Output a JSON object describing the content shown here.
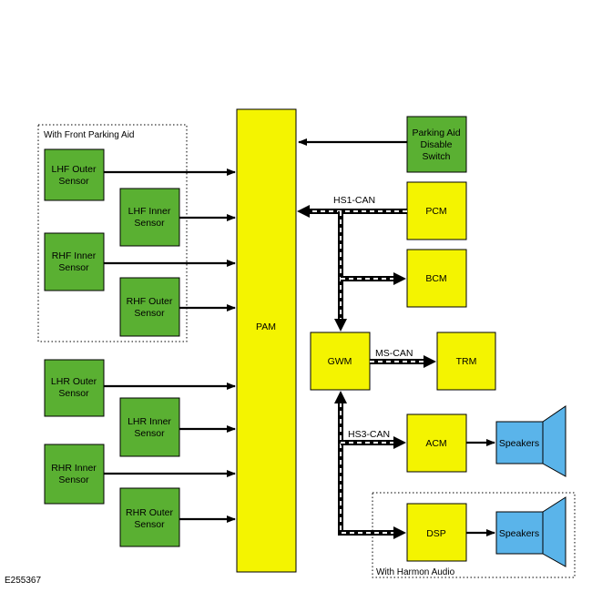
{
  "figure_id": "E255367",
  "groups": {
    "front_parking_aid": "With Front Parking Aid",
    "harmon_audio": "With Harmon Audio"
  },
  "modules": {
    "pam": "PAM",
    "pcm": "PCM",
    "bcm": "BCM",
    "gwm": "GWM",
    "trm": "TRM",
    "acm": "ACM",
    "dsp": "DSP",
    "parking_switch": [
      "Parking Aid",
      "Disable",
      "Switch"
    ]
  },
  "sensors": {
    "lhf_outer": [
      "LHF Outer",
      "Sensor"
    ],
    "lhf_inner": [
      "LHF Inner",
      "Sensor"
    ],
    "rhf_inner": [
      "RHF Inner",
      "Sensor"
    ],
    "rhf_outer": [
      "RHF Outer",
      "Sensor"
    ],
    "lhr_outer": [
      "LHR Outer",
      "Sensor"
    ],
    "lhr_inner": [
      "LHR Inner",
      "Sensor"
    ],
    "rhr_inner": [
      "RHR Inner",
      "Sensor"
    ],
    "rhr_outer": [
      "RHR Outer",
      "Sensor"
    ]
  },
  "speakers": {
    "speakers_acm": "Speakers",
    "speakers_dsp": "Speakers"
  },
  "buses": {
    "hs1": "HS1-CAN",
    "ms": "MS-CAN",
    "hs3": "HS3-CAN"
  },
  "colors": {
    "sensor_green": "#5ab032",
    "module_yellow": "#f4f400",
    "speaker_blue": "#5ab4ea"
  }
}
